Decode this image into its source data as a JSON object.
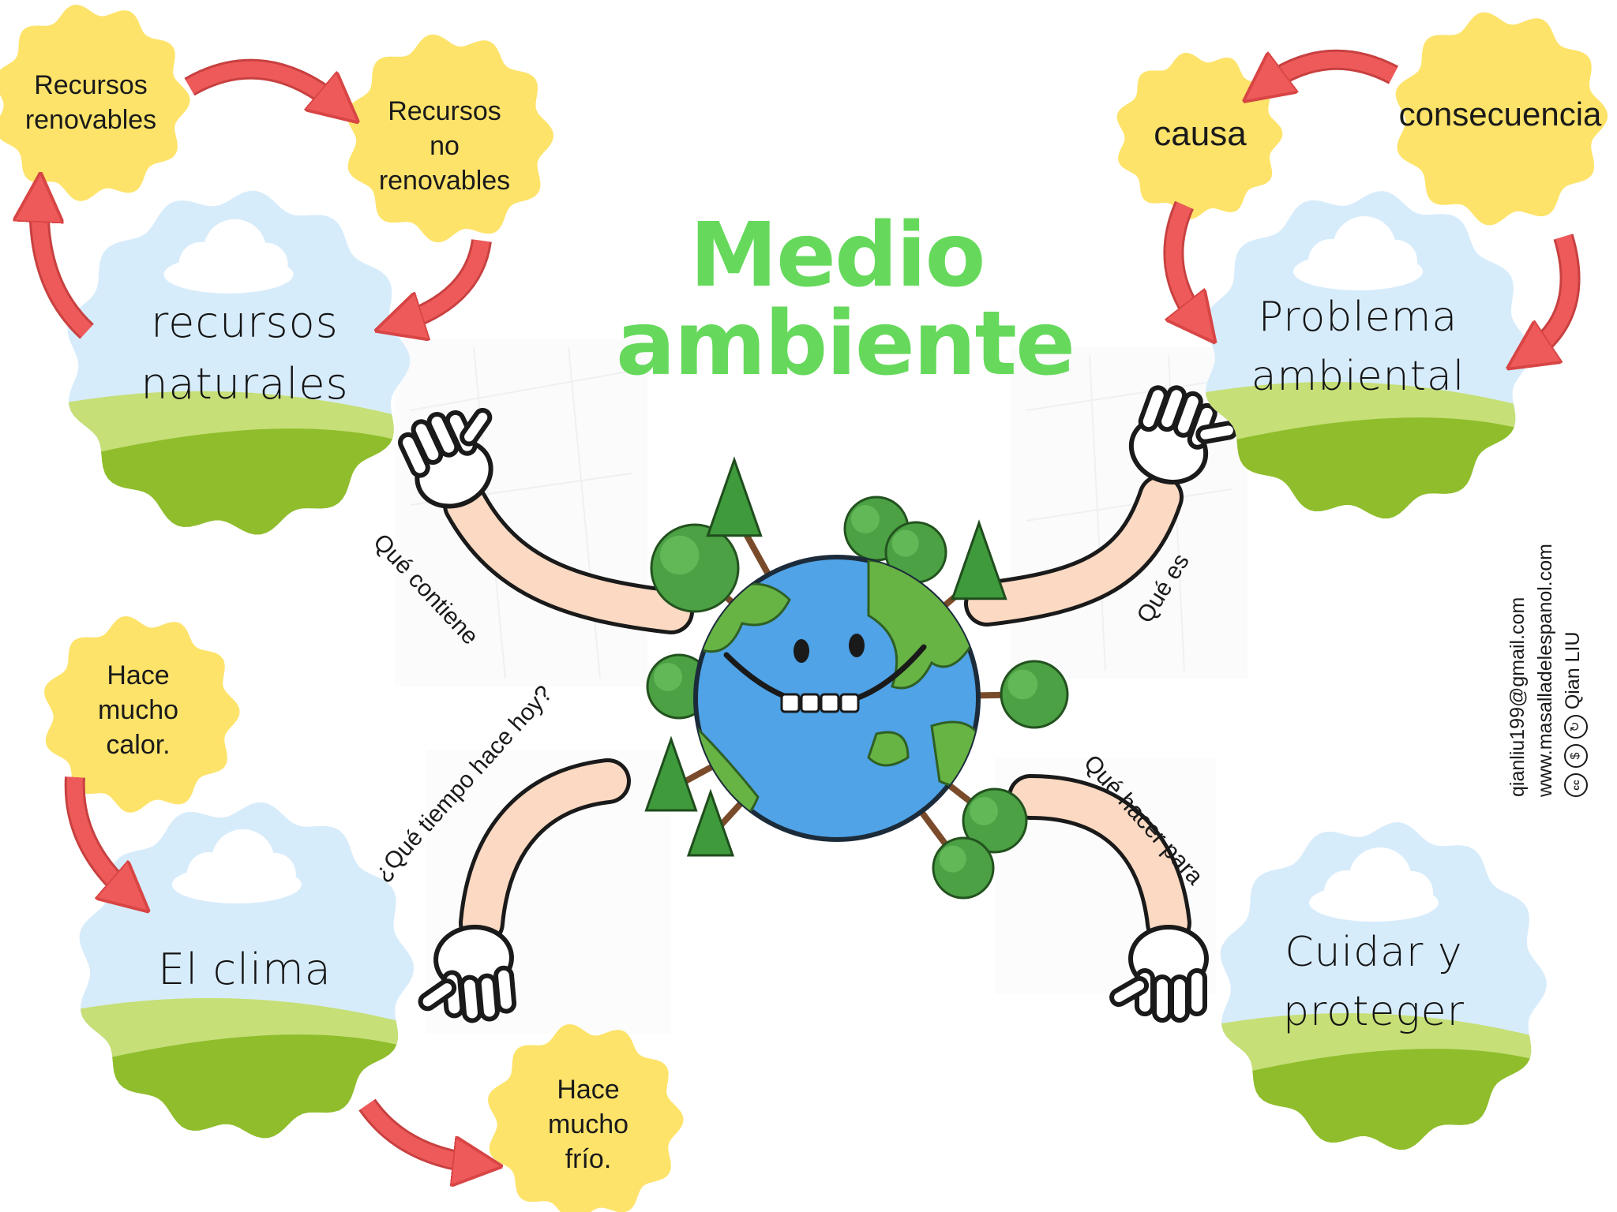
{
  "title": {
    "line1": "Medio",
    "line2": "ambiente"
  },
  "hubs": {
    "recursos": "recursos\nnaturales",
    "problema": "Problema\nambiental",
    "clima": "El clima",
    "cuidar": "Cuidar y\nproteger"
  },
  "leaves": {
    "renovables": "Recursos\nrenovables",
    "no_renovables": "Recursos\nno\nrenovables",
    "causa": "causa",
    "consecuencia": "consecuencia",
    "calor": "Hace\nmucho\ncalor.",
    "frio": "Hace\nmucho\nfrío."
  },
  "arm_labels": {
    "contiene": "Qué contiene",
    "es": "Qué es",
    "tiempo": "¿Qué tiempo hace hoy?",
    "hacer": "Qué hacer para"
  },
  "credits": {
    "email": "qianliu199@gmail.com",
    "web": "www.masalladelespanol.com",
    "author": "Qian LIU"
  },
  "colors": {
    "title": "#66d95c",
    "leaf": "#fde36a",
    "sky": "#d7ecfb",
    "grass_light": "#c6df77",
    "grass_dark": "#8fbd2c",
    "arrow": "#ee5a5a",
    "ocean": "#4fa3e6",
    "land": "#67b445",
    "skin": "#fbd9c2"
  }
}
